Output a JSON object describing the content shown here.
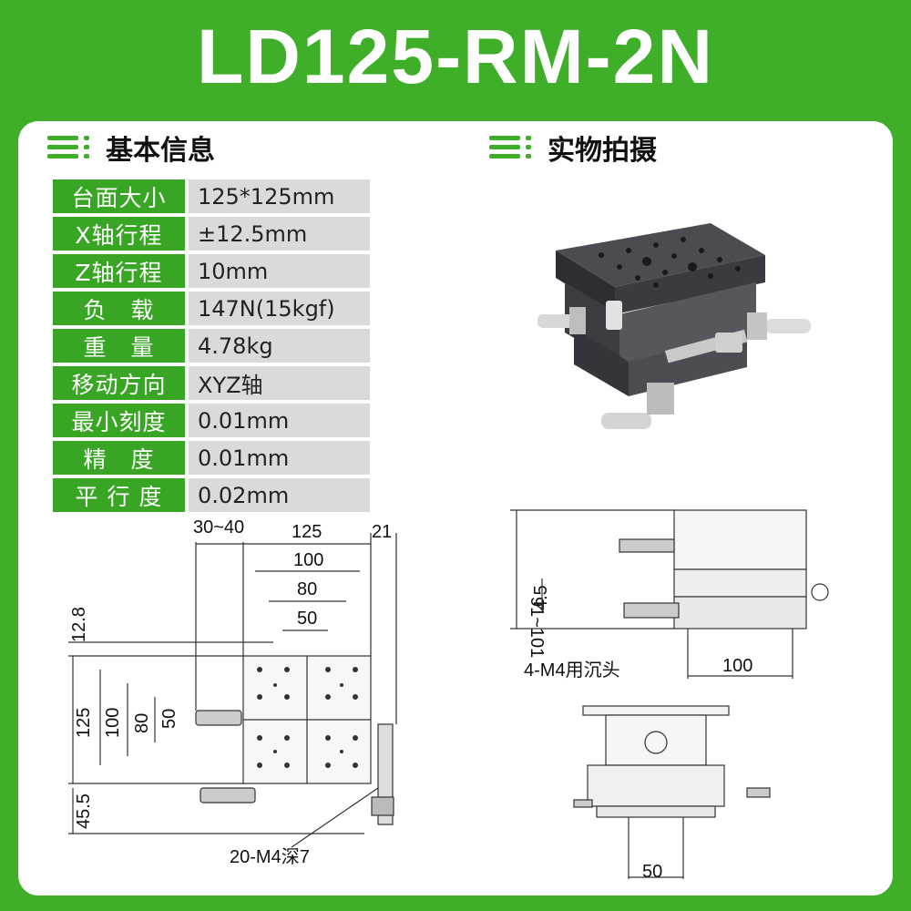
{
  "title": "LD125-RM-2N",
  "sections": {
    "basic_info": "基本信息",
    "photo": "实物拍摄"
  },
  "specs": [
    {
      "key": "台面大小",
      "value": "125*125mm"
    },
    {
      "key": "X轴行程",
      "value": "±12.5mm"
    },
    {
      "key": "Z轴行程",
      "value": "10mm"
    },
    {
      "key": "负　载",
      "value": "147N(15kgf)"
    },
    {
      "key": "重　量",
      "value": "4.78kg"
    },
    {
      "key": "移动方向",
      "value": "XYZ轴"
    },
    {
      "key": "最小刻度",
      "value": " 0.01mm"
    },
    {
      "key": "精　度",
      "value": " 0.01mm"
    },
    {
      "key": "平 行 度",
      "value": " 0.02mm"
    }
  ],
  "top_view_dims": {
    "d30_40": "30~40",
    "d125": "125",
    "d21": "21",
    "d100": "100",
    "d80": "80",
    "d50": "50",
    "v12_8": "12.8",
    "v125": "125",
    "v100": "100",
    "v80": "80",
    "v50": "50",
    "v45_5": "45.5",
    "holes": "20-M4深7"
  },
  "side_view_dims": {
    "height": "91~101",
    "d4_5": "4.5",
    "mount": "4-M4用沉头",
    "d100": "100"
  },
  "front_view_dims": {
    "d50": "50"
  },
  "colors": {
    "green": "#3fae29",
    "cell_green": "#38a624",
    "cell_gray": "#dadada"
  }
}
